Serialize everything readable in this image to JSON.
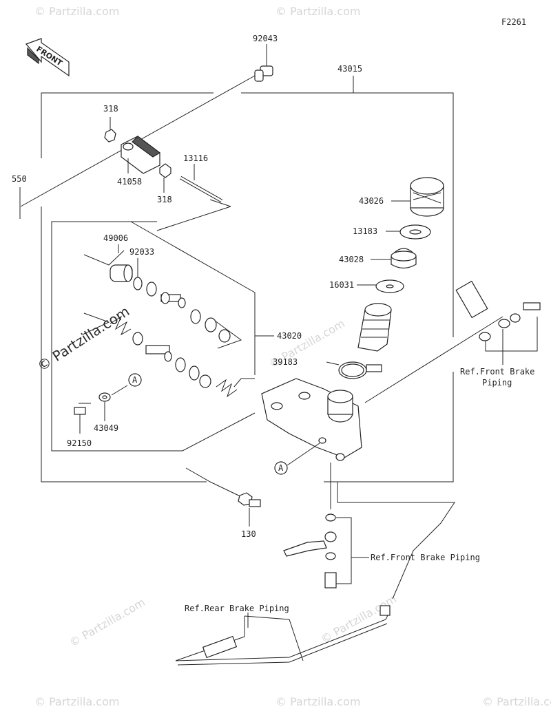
{
  "figure_code": "F2261",
  "front_label": "FRONT",
  "watermark_text": "© Partzilla.com",
  "parts": {
    "p92043": "92043",
    "p43015": "43015",
    "p318a": "318",
    "p318b": "318",
    "p550": "550",
    "p41058": "41058",
    "p13116": "13116",
    "p43026": "43026",
    "p13183": "13183",
    "p43028": "43028",
    "p16031": "16031",
    "p49006": "49006",
    "p92033": "92033",
    "p43020": "43020",
    "p39183": "39183",
    "p43049": "43049",
    "p92150": "92150",
    "p130": "130",
    "markerA1": "A",
    "markerA2": "A"
  },
  "references": {
    "front_brake_1_line1": "Ref.Front Brake",
    "front_brake_1_line2": "Piping",
    "front_brake_2": "Ref.Front Brake Piping",
    "rear_brake": "Ref.Rear Brake Piping"
  }
}
